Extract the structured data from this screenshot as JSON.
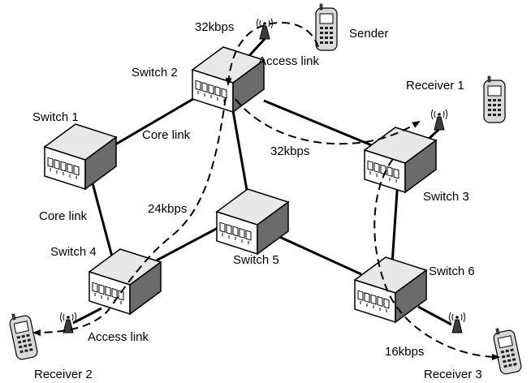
{
  "labels": {
    "switch1": "Switch 1",
    "switch2": "Switch 2",
    "switch3": "Switch 3",
    "switch4": "Switch 4",
    "switch5": "Switch 5",
    "switch6": "Switch 6",
    "sender": "Sender",
    "receiver1": "Receiver 1",
    "receiver2": "Receiver 2",
    "receiver3": "Receiver 3",
    "access_link_top": "Access link",
    "access_link_bottom": "Access link",
    "core_link_top": "Core link",
    "core_link_left": "Core link",
    "rate_sender": "32kbps",
    "rate_switch2_3": "32kbps",
    "rate_switch2_4": "24kbps",
    "rate_receiver3": "16kbps"
  },
  "icons": {
    "switch": "network-switch-icon",
    "antenna": "wireless-antenna-icon",
    "phone": "mobile-phone-icon"
  }
}
